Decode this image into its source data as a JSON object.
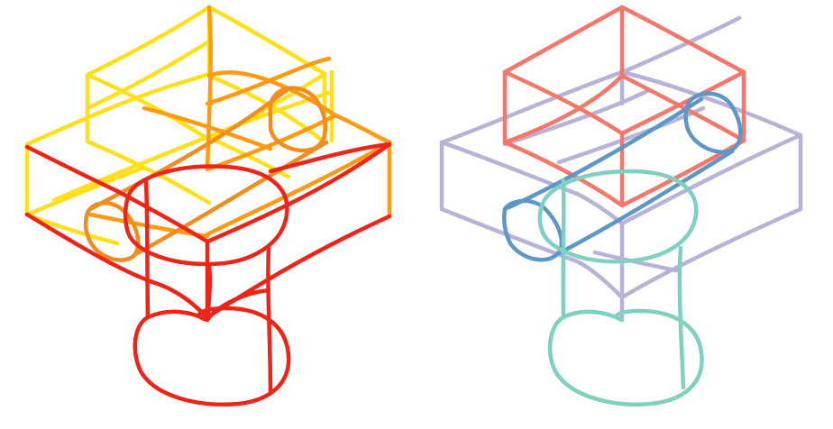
{
  "figures": [
    {
      "id": "sketch-warm",
      "parts": [
        {
          "part": "upper-block",
          "color": "#ffe01a"
        },
        {
          "part": "lower-slab",
          "color": "#ff9a12"
        },
        {
          "part": "lower-slab-rear",
          "color": "#ffe01a"
        },
        {
          "part": "cylinder-rod",
          "color": "#f28c1e"
        },
        {
          "part": "pedestal",
          "color": "#ef2418"
        },
        {
          "part": "pedestal-front-slab",
          "color": "#ef2418"
        }
      ]
    },
    {
      "id": "sketch-cool",
      "parts": [
        {
          "part": "upper-block",
          "color": "#f5766b"
        },
        {
          "part": "lower-slab",
          "color": "#b9b2d8"
        },
        {
          "part": "cylinder-rod",
          "color": "#5d97c7"
        },
        {
          "part": "pedestal",
          "color": "#7fd0bf"
        }
      ]
    }
  ]
}
